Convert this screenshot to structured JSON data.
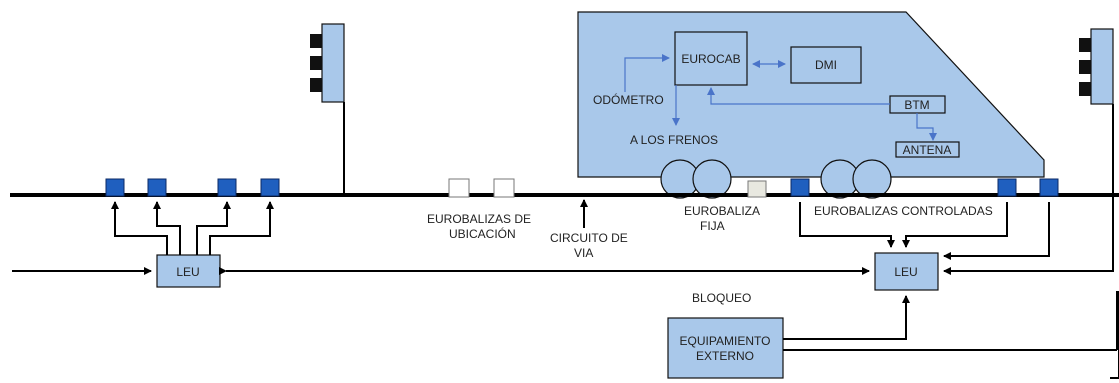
{
  "boxes": {
    "eurocab": "EUROCAB",
    "dmi": "DMI",
    "btm": "BTM",
    "antena": "ANTENA",
    "leu_left": "LEU",
    "leu_right": "LEU",
    "equipamiento_line1": "EQUIPAMIENTO",
    "equipamiento_line2": "EXTERNO"
  },
  "labels": {
    "odometro": "ODÓMETRO",
    "a_los_frenos": "A LOS FRENOS",
    "eurobalizas_ubicacion_1": "EUROBALIZAS DE",
    "eurobalizas_ubicacion_2": "UBICACIÓN",
    "circuito_de_via_1": "CIRCUITO DE",
    "circuito_de_via_2": "VIA",
    "eurobaliza_fija_1": "EUROBALIZA",
    "eurobaliza_fija_2": "FIJA",
    "eurobalizas_controladas": "EUROBALIZAS CONTROLADAS",
    "bloqueo": "BLOQUEO"
  },
  "colors": {
    "train_body": "#a9c8ea",
    "balise_controlled": "#1f5fbf",
    "balise_fixed": "#ffffff",
    "signal_lamp": "#111111"
  }
}
